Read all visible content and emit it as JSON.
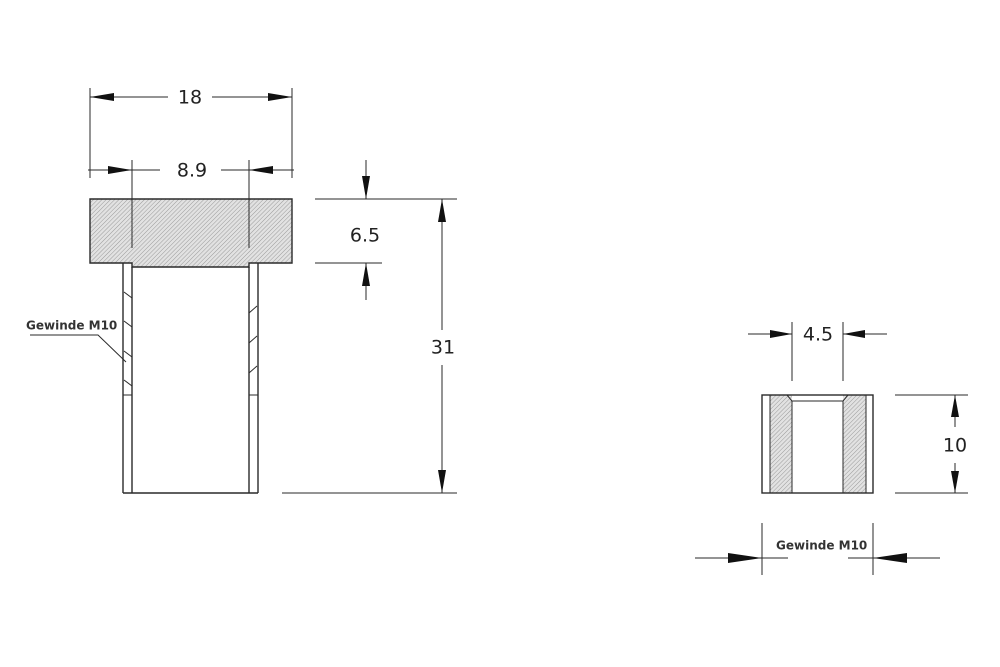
{
  "drawing": {
    "side_view": {
      "dim_overall_width": "18",
      "dim_shaft_inner": "8.9",
      "dim_head_height": "6.5",
      "dim_total_height": "31",
      "thread_label": "Gewinde M10"
    },
    "nut_view": {
      "dim_hole": "4.5",
      "dim_height": "10",
      "thread_label": "Gewinde M10"
    },
    "colors": {
      "line": "#2a2a2a",
      "hatch": "#9a9a9a",
      "hatch_fill": "#e2e2e2"
    }
  }
}
